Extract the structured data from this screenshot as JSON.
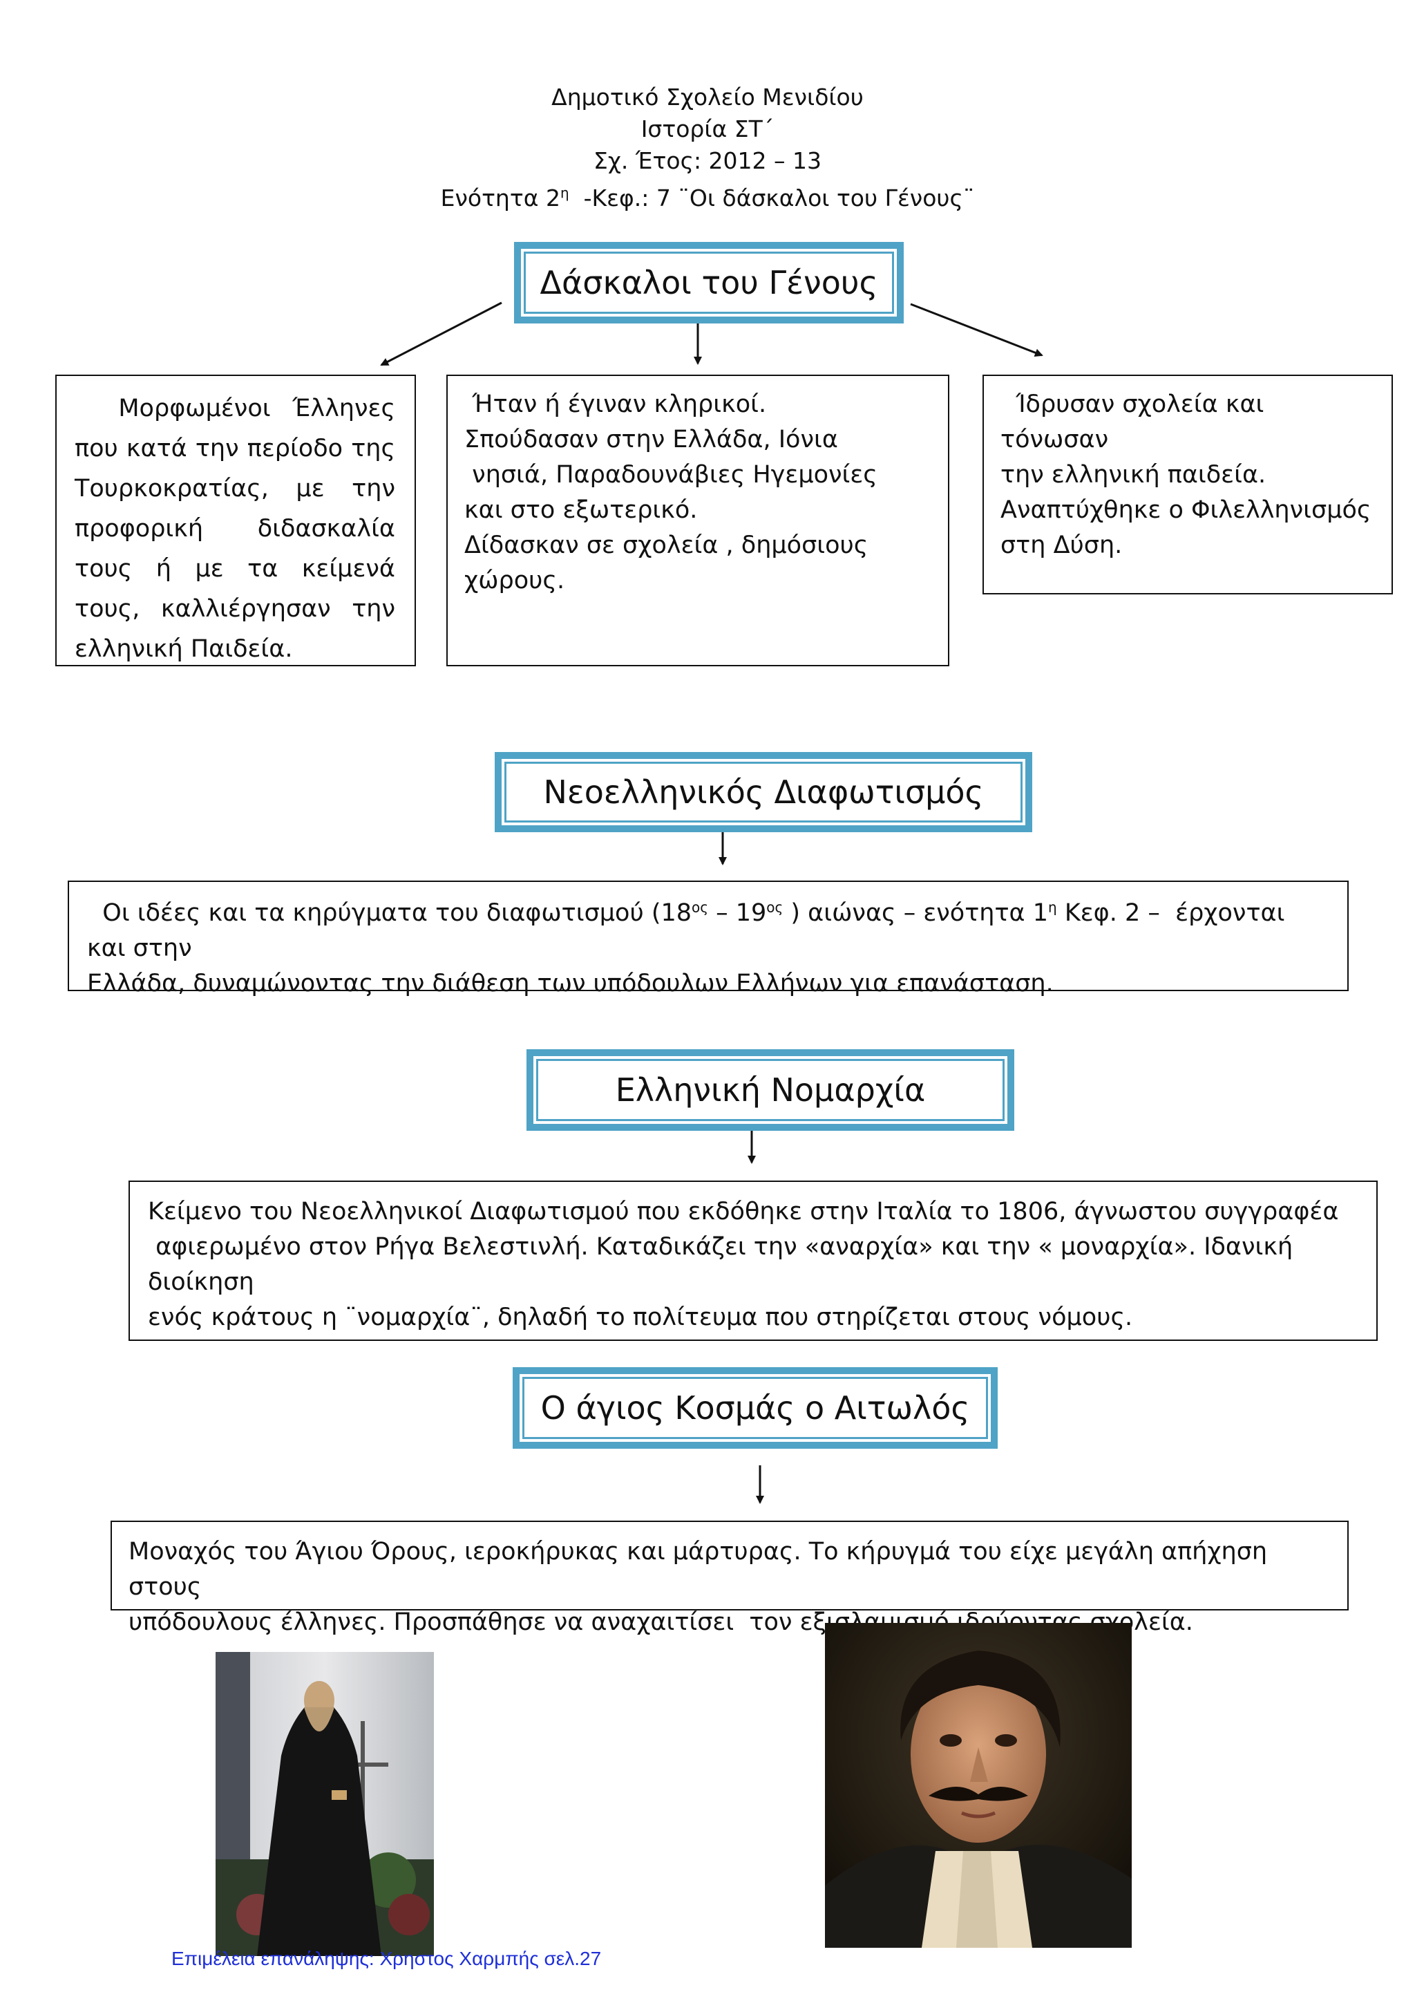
{
  "header": {
    "school": "Δημοτικό Σχολείο Μενιδίου",
    "subject": "Ιστορία ΣΤ΄",
    "year": "Σχ. Έτος: 2012 – 13",
    "unit_prefix": "Ενότητα 2",
    "unit_sup": "η",
    "unit_suffix": "  -Κεφ.: 7 ¨Οι δάσκαλοι του Γένους¨"
  },
  "section1": {
    "title": "Δάσκαλοι του Γένους",
    "box_left": "  Μορφωμένοι Έλληνες που κατά την περίοδο της Τουρκοκρατίας, με την προφορική διδασκαλία τους ή με τα κείμενά τους, καλλιέργησαν την ελληνική Παιδεία.",
    "box_middle": " Ήταν ή έγιναν κληρικοί.\nΣπούδασαν στην Ελλάδα, Ιόνια\n νησιά, Παραδουνάβιες Ηγεμονίες\nκαι στο εξωτερικό.\nΔίδασκαν σε σχολεία , δημόσιους\nχώρους.",
    "box_right": "  Ίδρυσαν σχολεία και τόνωσαν\nτην ελληνική παιδεία.\nΑναπτύχθηκε ο Φιλελληνισμός\nστη Δύση."
  },
  "section2": {
    "title": "Νεοελληνικός Διαφωτισμός",
    "text_a": "  Οι ιδέες και τα κηρύγματα του διαφωτισμού (18",
    "sup1": "ος",
    "text_b": " – 19",
    "sup2": "ος",
    "text_c": " ) αιώνας – ενότητα 1",
    "sup3": "η",
    "text_d": " Κεφ. 2 –  έρχονται και στην",
    "line2": "Ελλάδα, δυναμώνοντας την διάθεση των υπόδουλων Ελλήνων για επανάσταση."
  },
  "section3": {
    "title": "Ελληνική Νομαρχία",
    "text": "Κείμενο του Νεοελληνικοί Διαφωτισμού που εκδόθηκε στην Ιταλία το 1806, άγνωστου συγγραφέα\n αφιερωμένο στον Ρήγα Βελεστινλή. Καταδικάζει την «αναρχία» και την « μοναρχία». Ιδανική διοίκηση\nενός κράτους η ¨νομαρχία¨, δηλαδή το πολίτευμα που στηρίζεται στους νόμους."
  },
  "section4": {
    "title": "Ο άγιος Κοσμάς ο Αιτωλός",
    "text": "Μοναχός του Άγιου Όρους, ιεροκήρυκας και μάρτυρας. Το κήρυγμά του είχε μεγάλη απήχηση στους\nυπόδουλους έλληνες. Προσπάθησε να αναχαιτίσει  τον εξισλαμισμό ιδρύοντας σχολεία."
  },
  "footer": "Επιμέλεια επανάληψης: Χρηστος Χαρμπής σελ.27"
}
